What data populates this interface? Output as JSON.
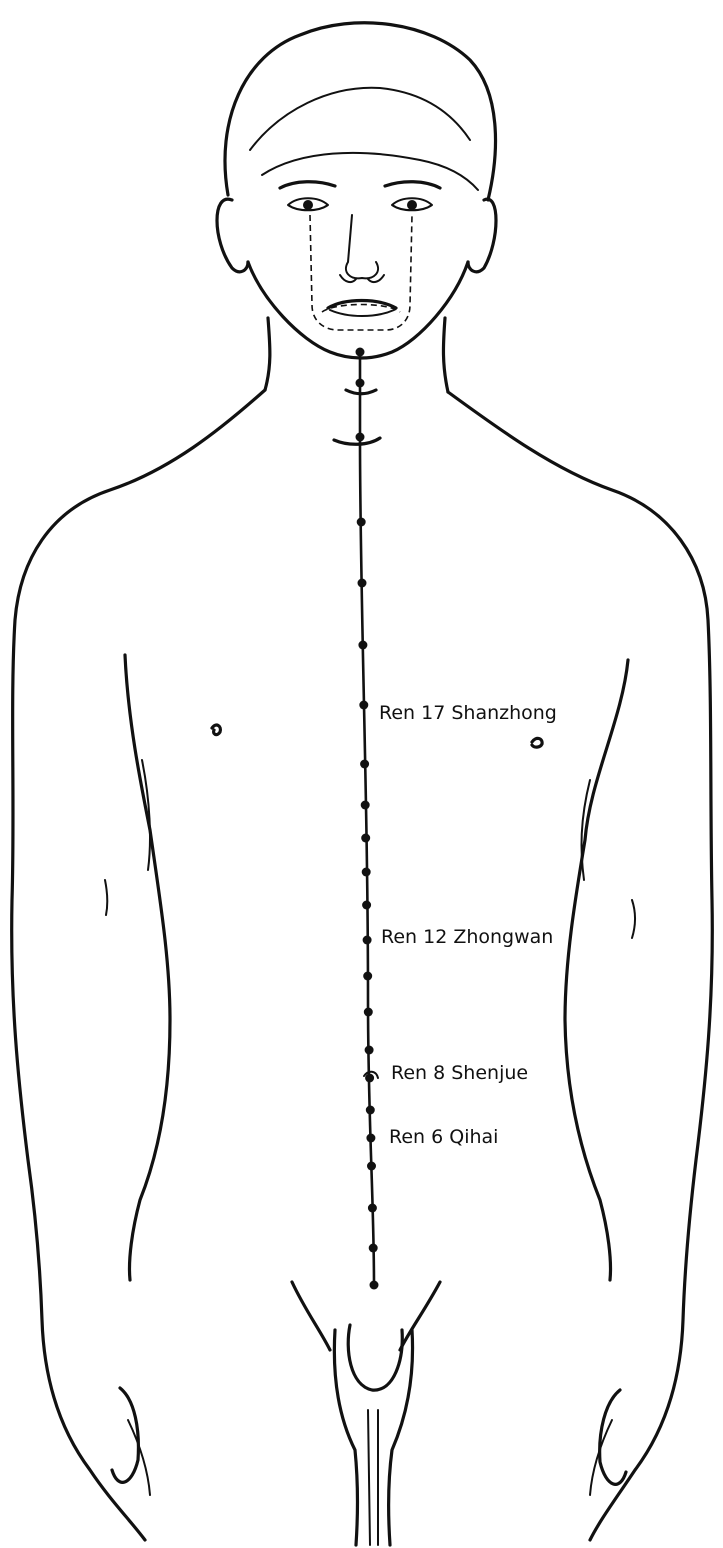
{
  "meridian": {
    "point_count": 22
  },
  "labels": [
    {
      "id": "ren17",
      "text": "Ren 17 Shanzhong"
    },
    {
      "id": "ren12",
      "text": "Ren 12 Zhongwan"
    },
    {
      "id": "ren8",
      "text": "Ren 8 Shenjue"
    },
    {
      "id": "ren6",
      "text": "Ren 6 Qihai"
    }
  ]
}
